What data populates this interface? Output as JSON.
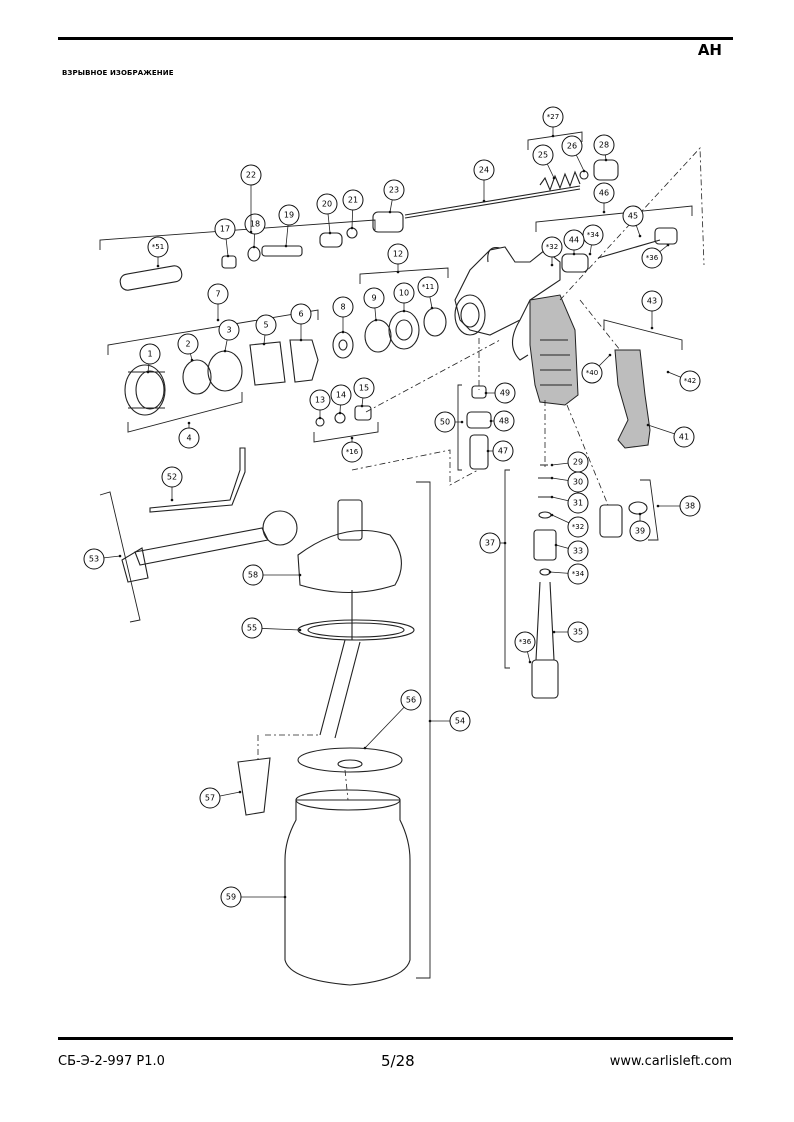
{
  "header": {
    "lang_code": "AH",
    "section_title": "ВЗРЫВНОЕ ИЗОБРАЖЕНИЕ"
  },
  "footer": {
    "doc_number": "СБ-Э-2-997 P1.0",
    "page": "5/28",
    "website": "www.carlisleft.com"
  },
  "callouts": [
    {
      "id": "c1",
      "label": "1"
    },
    {
      "id": "c2",
      "label": "2"
    },
    {
      "id": "c3",
      "label": "3"
    },
    {
      "id": "c4",
      "label": "4"
    },
    {
      "id": "c5",
      "label": "5"
    },
    {
      "id": "c6",
      "label": "6"
    },
    {
      "id": "c7",
      "label": "7"
    },
    {
      "id": "c8",
      "label": "8"
    },
    {
      "id": "c9",
      "label": "9"
    },
    {
      "id": "c10",
      "label": "10"
    },
    {
      "id": "c11",
      "label": "*11"
    },
    {
      "id": "c12",
      "label": "12"
    },
    {
      "id": "c13",
      "label": "13"
    },
    {
      "id": "c14",
      "label": "14"
    },
    {
      "id": "c15",
      "label": "15"
    },
    {
      "id": "c16",
      "label": "*16"
    },
    {
      "id": "c17",
      "label": "17"
    },
    {
      "id": "c18",
      "label": "18"
    },
    {
      "id": "c19",
      "label": "19"
    },
    {
      "id": "c20",
      "label": "20"
    },
    {
      "id": "c21",
      "label": "21"
    },
    {
      "id": "c22",
      "label": "22"
    },
    {
      "id": "c23",
      "label": "23"
    },
    {
      "id": "c24",
      "label": "24"
    },
    {
      "id": "c25",
      "label": "25"
    },
    {
      "id": "c26",
      "label": "26"
    },
    {
      "id": "c27",
      "label": "*27"
    },
    {
      "id": "c28",
      "label": "28"
    },
    {
      "id": "c29",
      "label": "29"
    },
    {
      "id": "c30",
      "label": "30"
    },
    {
      "id": "c31",
      "label": "31"
    },
    {
      "id": "c32a",
      "label": "*32"
    },
    {
      "id": "c32b",
      "label": "*32"
    },
    {
      "id": "c33",
      "label": "33"
    },
    {
      "id": "c34a",
      "label": "*34"
    },
    {
      "id": "c34b",
      "label": "*34"
    },
    {
      "id": "c35",
      "label": "35"
    },
    {
      "id": "c36a",
      "label": "*36"
    },
    {
      "id": "c36b",
      "label": "*36"
    },
    {
      "id": "c37",
      "label": "37"
    },
    {
      "id": "c38",
      "label": "38"
    },
    {
      "id": "c39",
      "label": "39"
    },
    {
      "id": "c40",
      "label": "*40"
    },
    {
      "id": "c41",
      "label": "41"
    },
    {
      "id": "c42",
      "label": "*42"
    },
    {
      "id": "c43",
      "label": "43"
    },
    {
      "id": "c44",
      "label": "44"
    },
    {
      "id": "c45",
      "label": "45"
    },
    {
      "id": "c46",
      "label": "46"
    },
    {
      "id": "c47",
      "label": "47"
    },
    {
      "id": "c48",
      "label": "48"
    },
    {
      "id": "c49",
      "label": "49"
    },
    {
      "id": "c50",
      "label": "50"
    },
    {
      "id": "c51",
      "label": "*51"
    },
    {
      "id": "c52",
      "label": "52"
    },
    {
      "id": "c53",
      "label": "53"
    },
    {
      "id": "c54",
      "label": "54"
    },
    {
      "id": "c55",
      "label": "55"
    },
    {
      "id": "c56",
      "label": "56"
    },
    {
      "id": "c57",
      "label": "57"
    },
    {
      "id": "c58",
      "label": "58"
    },
    {
      "id": "c59",
      "label": "59"
    }
  ]
}
